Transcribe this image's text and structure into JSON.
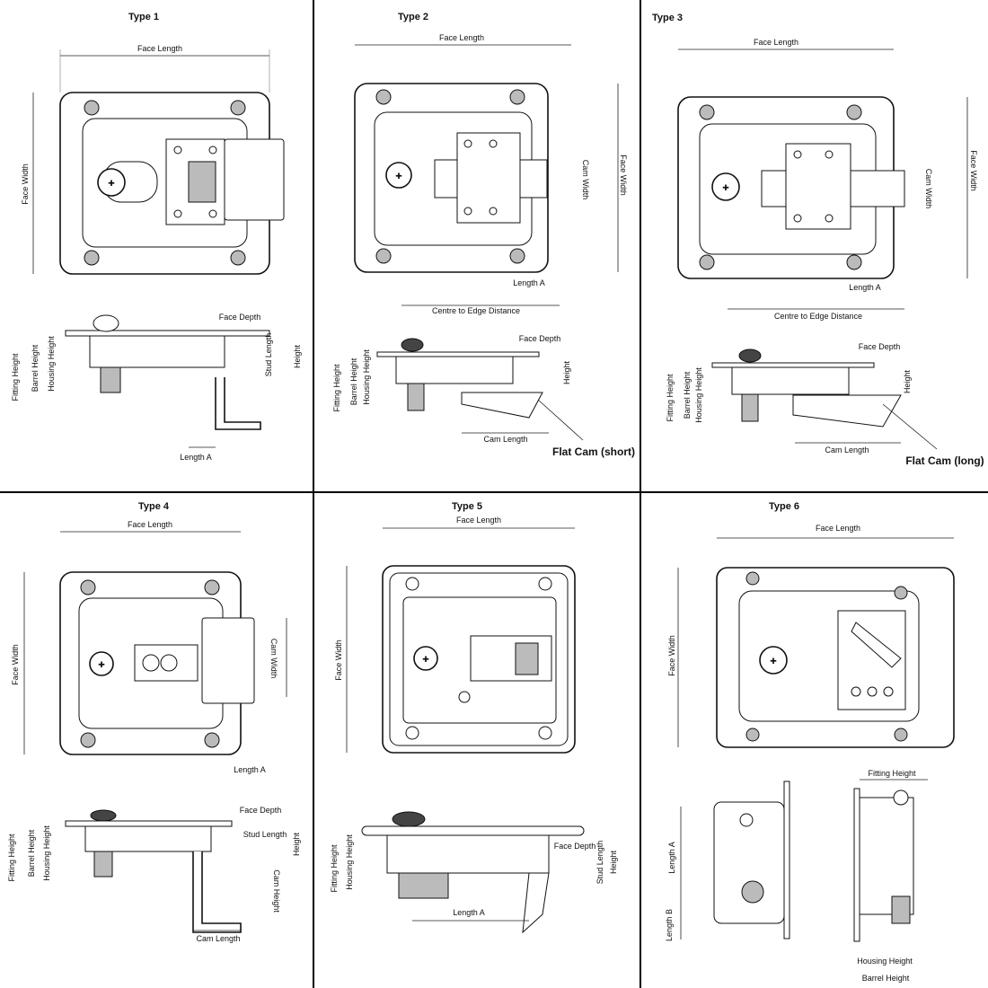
{
  "panels": [
    {
      "title": "Type 1",
      "labels": {
        "face_length": "Face Length",
        "face_width": "Face Width",
        "face_depth": "Face Depth",
        "stud_length": "Stud Length",
        "height": "Height",
        "fitting_height": "Fitting Height",
        "barrel_height": "Barrel Height",
        "housing_height": "Housing Height",
        "length_a": "Length A"
      }
    },
    {
      "title": "Type 2",
      "labels": {
        "face_length": "Face Length",
        "face_width": "Face Width",
        "cam_width": "Cam Width",
        "length_a": "Length A",
        "centre_to_edge": "Centre to Edge Distance",
        "face_depth": "Face Depth",
        "height": "Height",
        "fitting_height": "Fitting Height",
        "barrel_height": "Barrel Height",
        "housing_height": "Housing Height",
        "cam_length": "Cam Length",
        "callout": "Flat Cam (short)"
      }
    },
    {
      "title": "Type 3",
      "labels": {
        "face_length": "Face Length",
        "face_width": "Face Width",
        "cam_width": "Cam Width",
        "length_a": "Length A",
        "centre_to_edge": "Centre to Edge Distance",
        "face_depth": "Face Depth",
        "height": "Height",
        "fitting_height": "Fitting Height",
        "barrel_height": "Barrel Height",
        "housing_height": "Housing Height",
        "cam_length": "Cam Length",
        "callout": "Flat Cam (long)"
      }
    },
    {
      "title": "Type 4",
      "labels": {
        "face_length": "Face Length",
        "face_width": "Face Width",
        "cam_width": "Cam Width",
        "length_a": "Length A",
        "face_depth": "Face Depth",
        "stud_length": "Stud Length",
        "height": "Height",
        "fitting_height": "Fitting Height",
        "barrel_height": "Barrel Height",
        "housing_height": "Housing Height",
        "cam_height": "Cam Height",
        "cam_length": "Cam Length"
      }
    },
    {
      "title": "Type 5",
      "labels": {
        "face_length": "Face Length",
        "face_width": "Face Width",
        "face_depth": "Face Depth",
        "stud_length": "Stud Length",
        "height": "Height",
        "fitting_height": "Fitting Height",
        "housing_height": "Housing Height",
        "length_a": "Length A"
      }
    },
    {
      "title": "Type 6",
      "labels": {
        "face_length": "Face Length",
        "face_width": "Face Width",
        "length_a": "Length A",
        "length_b": "Length B",
        "fitting_height": "Fitting Height",
        "housing_height": "Housing Height",
        "barrel_height": "Barrel Height"
      }
    }
  ]
}
